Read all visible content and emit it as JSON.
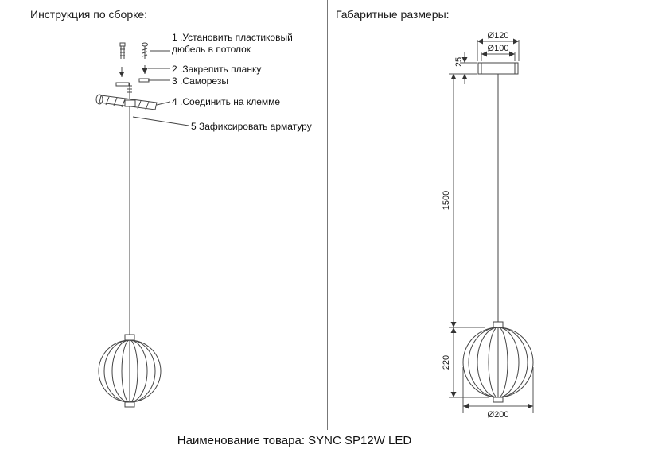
{
  "left_panel": {
    "title": "Инструкция по сборке:",
    "steps": [
      "1 .Установить пластиковый дюбель в потолок",
      "2 .Закрепить планку",
      "3 .Саморезы",
      "4 .Соединить на клемме",
      "5 Зафиксировать арматуру"
    ]
  },
  "right_panel": {
    "title": "Габаритные размеры:",
    "dims": {
      "canopy_outer": "Ø120",
      "canopy_inner": "Ø100",
      "canopy_height": "25",
      "suspension": "1500",
      "shade_height": "220",
      "shade_diameter": "Ø200"
    }
  },
  "footer": {
    "product_label": "Наименование товара: SYNC SP12W LED"
  },
  "colors": {
    "line": "#444444",
    "dim_line": "#555555",
    "text": "#111111"
  }
}
